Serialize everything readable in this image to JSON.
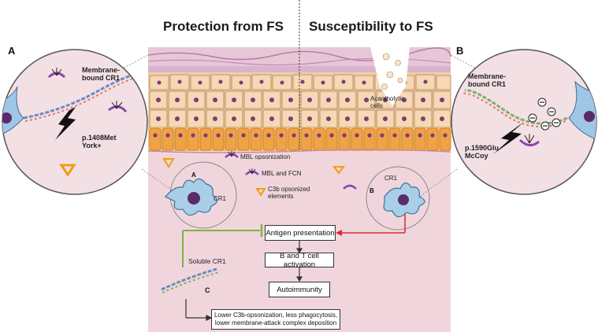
{
  "headings": {
    "left": "Protection from FS",
    "right": "Susceptibility to FS"
  },
  "panels": {
    "a_letter": "A",
    "b_letter": "B",
    "a_inner_letter": "A",
    "b_inner_letter": "B",
    "c_letter": "C"
  },
  "left_circle": {
    "receptor_label_line1": "Membrane-",
    "receptor_label_line2": "bound CR1",
    "variant_line1": "p.1408Met",
    "variant_line2": "York+"
  },
  "right_circle": {
    "receptor_label_line1": "Membrane-",
    "receptor_label_line2": "bound CR1",
    "variant_line1": "p.1590Glu",
    "variant_line2": "McCoy"
  },
  "skin": {
    "acantholytic_line1": "Acantholytic",
    "acantholytic_line2": "cells"
  },
  "legend": {
    "mbl_opsonization": "MBL opsonization",
    "mbl_fcn": "MBL and FCN",
    "c3b_line1": "C3b opsonized",
    "c3b_line2": "elements"
  },
  "cells": {
    "cr1_left": "CR1",
    "cr1_right": "CR1"
  },
  "soluble_label": "Soluble CR1",
  "flow": {
    "antigen": "Antigen presentation",
    "activation": "B and T cell activation",
    "autoimmunity": "Autoimmunity",
    "outcome_line1": "Lower C3b-opsonization, less phagocytosis,",
    "outcome_line2": "lower membrane-attack complex deposition"
  },
  "colors": {
    "background_pink": "#f0d6dc",
    "circle_fill": "#f3e0e4",
    "epidermis": "#f1cfa6",
    "basal_cells": "#f0a245",
    "nucleus": "#7a3d7a",
    "inhibit_green": "#7cb342",
    "activate_red": "#d32f2f",
    "mbl_purple": "#8e44ad",
    "c3b_orange": "#f39c12"
  }
}
